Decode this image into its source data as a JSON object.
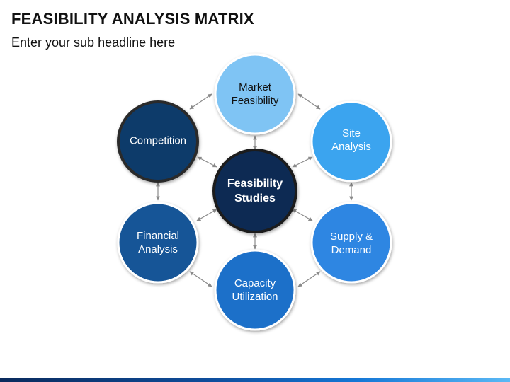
{
  "header": {
    "title": "FEASIBILITY ANALYSIS MATRIX",
    "subtitle": "Enter your sub headline here"
  },
  "center": {
    "line1": "Feasibility",
    "line2": "Studies"
  },
  "nodes": [
    {
      "line1": "Market",
      "line2": "Feasibility"
    },
    {
      "line1": "Site",
      "line2": "Analysis"
    },
    {
      "line1": "Supply &",
      "line2": "Demand"
    },
    {
      "line1": "Capacity",
      "line2": "Utilization"
    },
    {
      "line1": "Financial",
      "line2": "Analysis"
    },
    {
      "line1": "Competition",
      "line2": ""
    }
  ],
  "colors": {
    "center_fill": "#0b2a52",
    "market_fill": "#7fc4f4",
    "site_fill": "#3aa4ef",
    "supply_fill": "#2f86e2",
    "capacity_fill": "#1b6fc9",
    "financial_fill": "#145597",
    "competition_fill": "#0f3a6b",
    "arrow": "#8a8a8a"
  }
}
